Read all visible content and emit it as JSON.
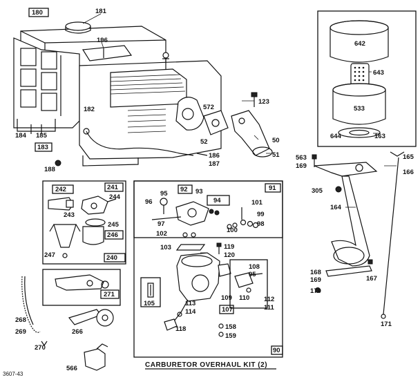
{
  "diagram": {
    "caption": "CARBURETOR OVERHAUL KIT (2)",
    "drawing_number": "3607-43",
    "labels": {
      "180": "180",
      "181": "181",
      "196": "196",
      "182": "182",
      "184": "184",
      "185": "185",
      "183": "183",
      "188": "188",
      "572": "572",
      "52": "52",
      "50": "50",
      "51": "51",
      "123": "123",
      "186": "186",
      "187": "187",
      "642": "642",
      "643": "643",
      "533": "533",
      "644": "644",
      "163": "163",
      "563": "563",
      "169a": "169",
      "165": "165",
      "166": "166",
      "305": "305",
      "164": "164",
      "168": "168",
      "169b": "169",
      "167": "167",
      "170": "170",
      "171": "171",
      "242": "242",
      "241": "241",
      "244": "244",
      "243": "243",
      "245": "245",
      "246": "246",
      "247": "247",
      "240": "240",
      "92": "92",
      "93": "93",
      "91": "91",
      "95a": "95",
      "96": "96",
      "94": "94",
      "101": "101",
      "99": "99",
      "97": "97",
      "100": "100",
      "98": "98",
      "102": "102",
      "103": "103",
      "119": "119",
      "120": "120",
      "108": "108",
      "95b": "95",
      "271": "271",
      "105": "105",
      "109": "109",
      "110": "110",
      "112": "112",
      "111": "111",
      "113": "113",
      "114": "114",
      "107": "107",
      "118": "118",
      "158": "158",
      "159": "159",
      "90": "90",
      "268": "268",
      "269": "269",
      "270": "270",
      "266": "266",
      "566": "566"
    }
  }
}
